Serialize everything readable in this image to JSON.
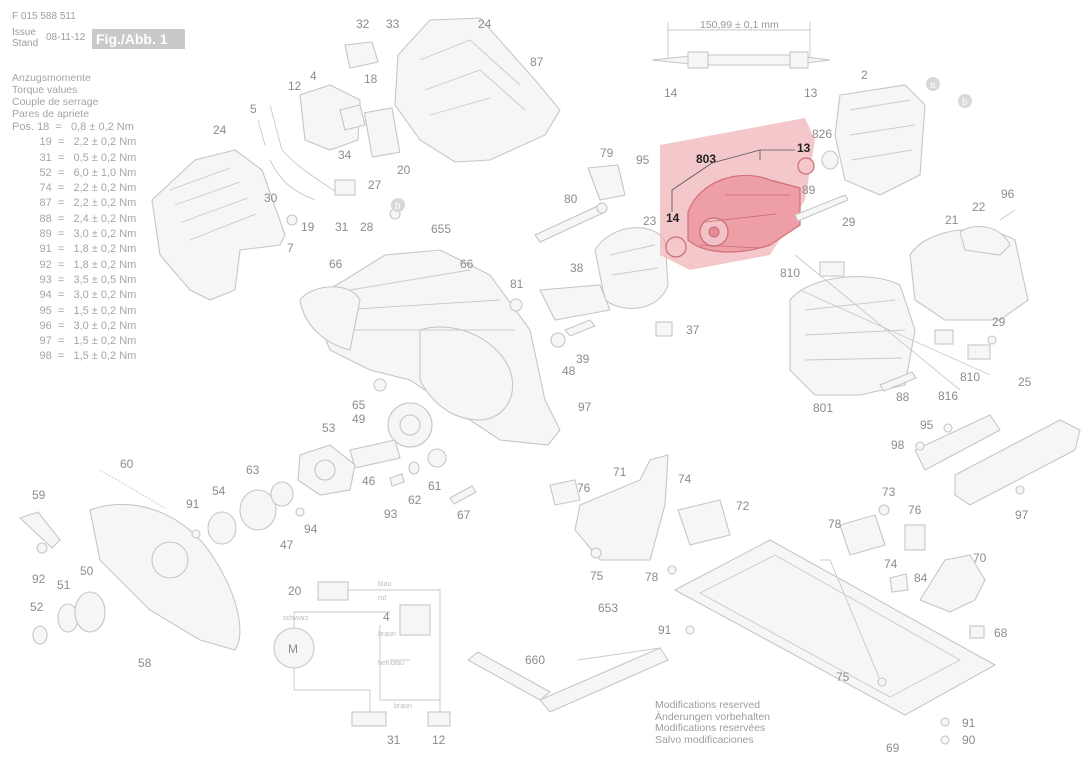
{
  "header": {
    "doc_number": "F 015 588 511",
    "issue_label": "Issue",
    "stand_label": "Stand",
    "date": "08-11-12",
    "figure_label": "Fig./Abb. 1"
  },
  "torque": {
    "headings": [
      "Anzugsmomente",
      "Torque values",
      "Couple de serrage",
      "Pares de apriete"
    ],
    "rows": [
      "Pos. 18  =   0,8 ± 0,2 Nm",
      "         19  =   2,2 ± 0,2 Nm",
      "         31  =   0,5 ± 0,2 Nm",
      "         52  =   6,0 ± 1,0 Nm",
      "         74  =   2,2 ± 0,2 Nm",
      "         87  =   2,2 ± 0,2 Nm",
      "         88  =   2,4 ± 0,2 Nm",
      "         89  =   3,0 ± 0,2 Nm",
      "         91  =   1,8 ± 0,2 Nm",
      "         92  =   1,8 ± 0,2 Nm",
      "         93  =   3,5 ± 0,5 Nm",
      "         94  =   3,0 ± 0,2 Nm",
      "         95  =   1,5 ± 0,2 Nm",
      "         96  =   3,0 ± 0,2 Nm",
      "         97  =   1,5 ± 0,2 Nm",
      "         98  =   1,5 ± 0,2 Nm"
    ]
  },
  "dimension": "150,99 ± 0,1 mm",
  "highlight": {
    "color": "#e8949a",
    "part_labels": [
      "803",
      "13",
      "14"
    ]
  },
  "callouts": {
    "a": "a",
    "b": "b"
  },
  "wiring": {
    "motor": "M",
    "wires": [
      "blau",
      "rot",
      "schwarz",
      "braun",
      "hell blau",
      "braun"
    ]
  },
  "parts": [
    "32",
    "33",
    "24",
    "87",
    "18",
    "4",
    "12",
    "5",
    "24",
    "20",
    "34",
    "27",
    "30",
    "28",
    "31",
    "19",
    "7",
    "79",
    "95",
    "80",
    "655",
    "66",
    "66",
    "81",
    "23",
    "38",
    "37",
    "39",
    "48",
    "65",
    "49",
    "97",
    "53",
    "46",
    "61",
    "62",
    "93",
    "67",
    "60",
    "63",
    "54",
    "91",
    "47",
    "94",
    "59",
    "92",
    "51",
    "50",
    "52",
    "58",
    "20",
    "4",
    "31",
    "12",
    "653",
    "660",
    "71",
    "74",
    "76",
    "72",
    "75",
    "78",
    "91",
    "78",
    "73",
    "76",
    "74",
    "84",
    "70",
    "68",
    "75",
    "91",
    "90",
    "69",
    "14",
    "13",
    "2",
    "826",
    "89",
    "96",
    "22",
    "21",
    "29",
    "810",
    "29",
    "810",
    "816",
    "801",
    "88",
    "25",
    "95",
    "98",
    "97"
  ],
  "footer": {
    "lines": [
      "Modifications reserved",
      "Änderungen vorbehalten",
      "Modifications reservées",
      "Salvo modificaciones"
    ]
  }
}
